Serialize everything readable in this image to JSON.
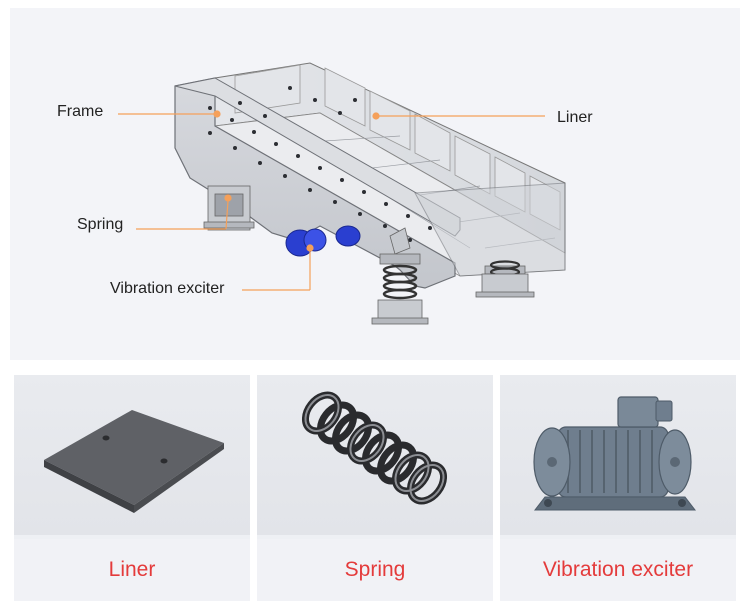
{
  "diagram": {
    "callouts": [
      {
        "id": "frame",
        "label": "Frame"
      },
      {
        "id": "liner",
        "label": "Liner"
      },
      {
        "id": "spring",
        "label": "Spring"
      },
      {
        "id": "exciter",
        "label": "Vibration exciter"
      }
    ],
    "callout_color": "#f5a05a"
  },
  "components": [
    {
      "name": "Liner",
      "icon": "liner-plate-icon"
    },
    {
      "name": "Spring",
      "icon": "coil-spring-icon"
    },
    {
      "name": "Vibration exciter",
      "icon": "vibration-motor-icon"
    }
  ],
  "colors": {
    "caption": "#e43b3b",
    "panel_bg": "#f3f4f8",
    "exciter_blue": "#2a3fd0"
  }
}
